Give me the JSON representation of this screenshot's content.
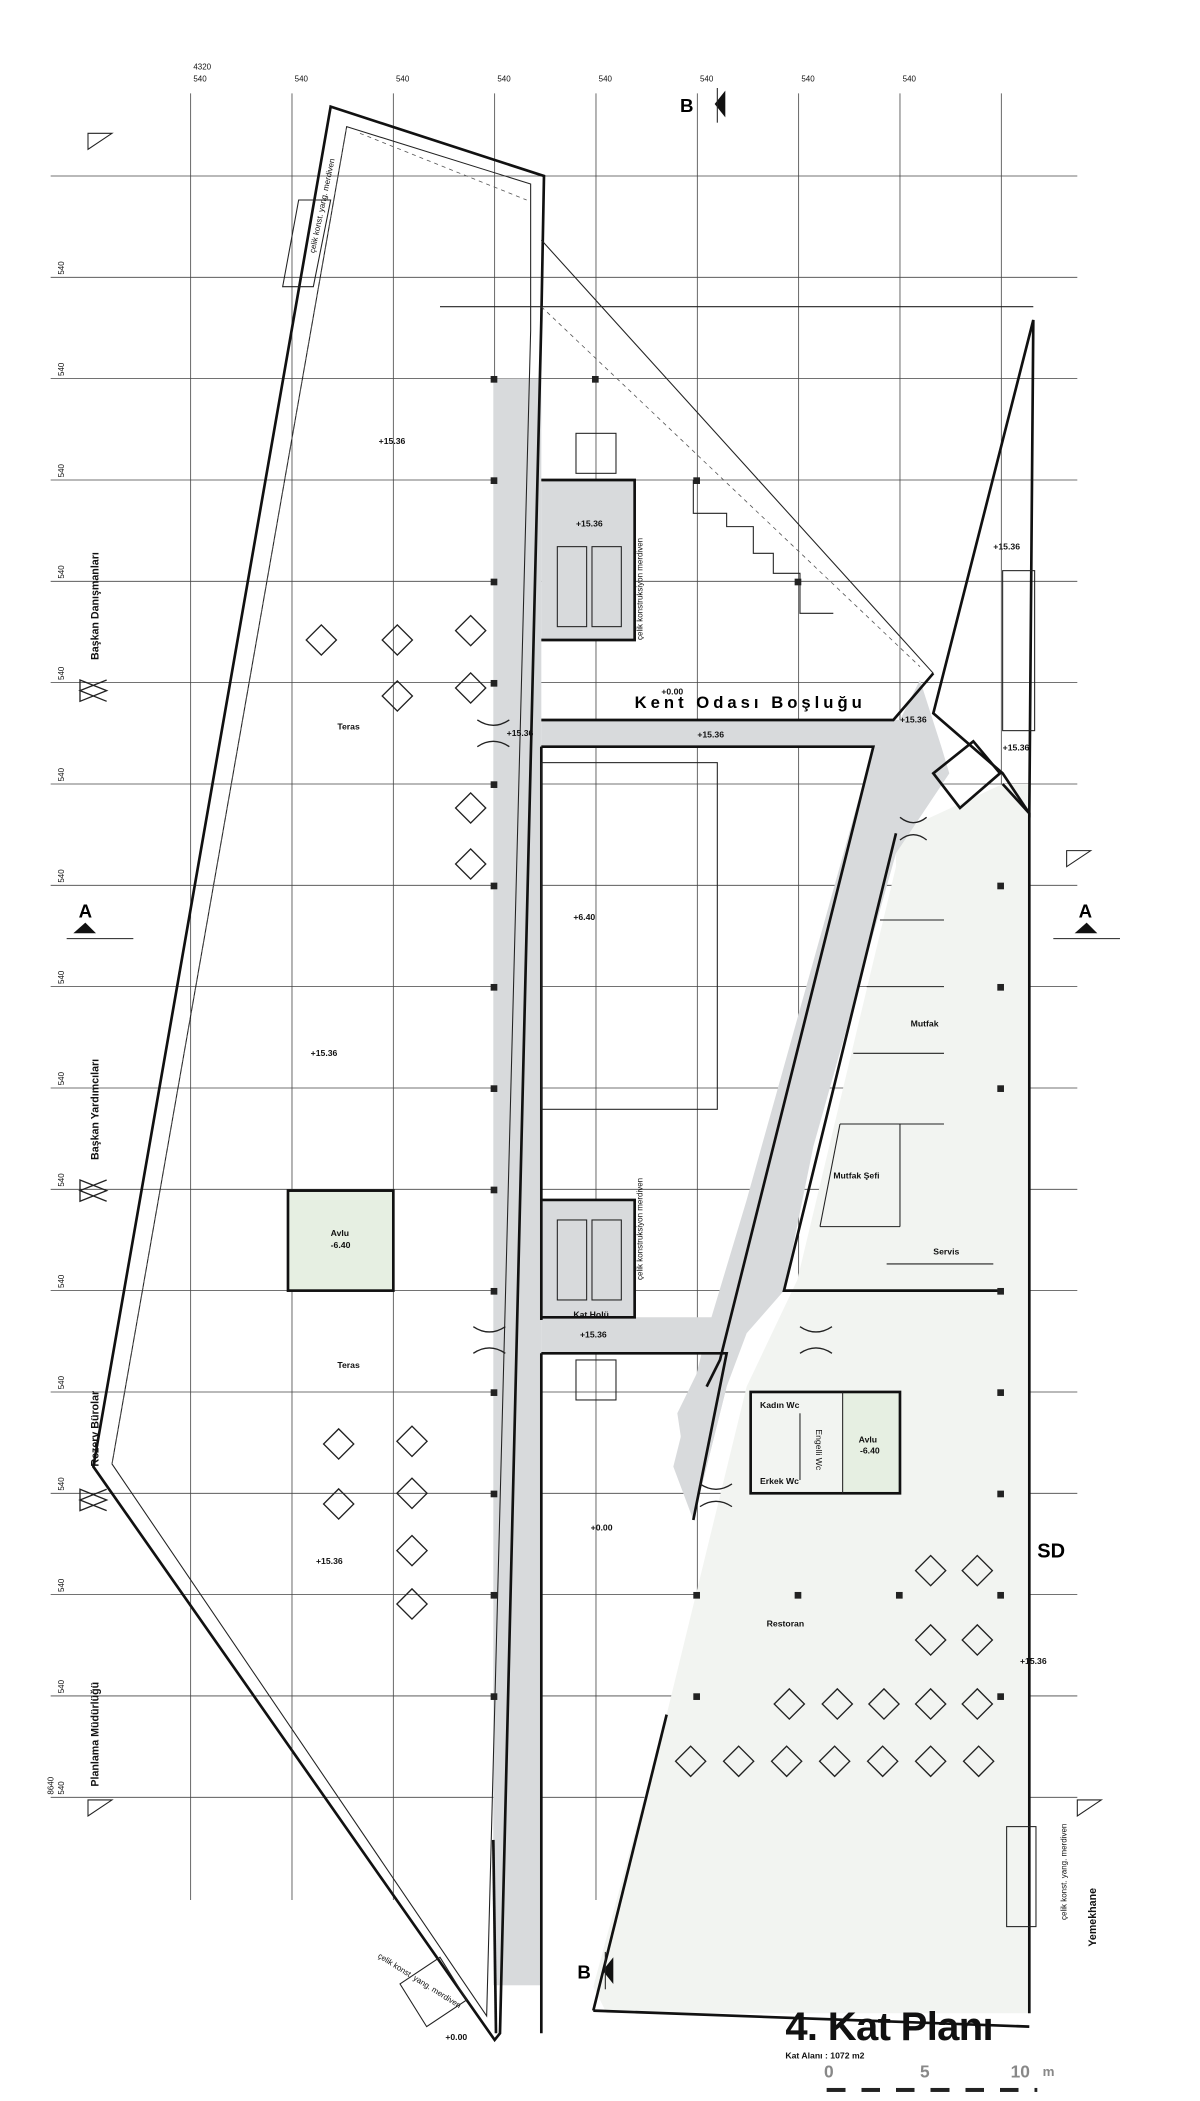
{
  "grid": {
    "top_first": "4320",
    "top_module": "540",
    "left_module": "540",
    "left_end": "8640"
  },
  "section_marks": {
    "a": "A",
    "b": "B"
  },
  "side_labels": {
    "baskan_danismanlari": "Başkan Danışmanları",
    "baskan_yardimcilari": "Başkan Yardımcıları",
    "rezerv_burolar": "Rezerv Bürolar",
    "planlama_mudurlugu": "Planlama Müdürlüğü",
    "yemekhane": "Yemekhane",
    "sd": "SD"
  },
  "rooms": {
    "teras": "Teras",
    "kent_odasi_boslugu": "Kent Odası Boşluğu",
    "mutfak": "Mutfak",
    "mutfak_sefi": "Mutfak Şefi",
    "servis": "Servis",
    "kat_holu": "Kat Holü",
    "kadin_wc": "Kadın Wc",
    "erkek_wc": "Erkek Wc",
    "avlu": "Avlu",
    "restoran": "Restoran",
    "engelli_wc": "Engelli Wc"
  },
  "levels": {
    "plus_1536": "+15.36",
    "plus_000": "+0.00",
    "plus_640": "+6.40",
    "minus_640": "-6.40"
  },
  "stairs": {
    "celik_konst_yang": "çelik konst. yang. merdiven",
    "celik_konstruksiyon": "çelik konstruksiyon merdiven"
  },
  "title": {
    "main": "4. Kat Planı",
    "area": "Kat Alanı : 1072 m2"
  },
  "scale": {
    "s0": "0",
    "s5": "5",
    "s10": "10",
    "unit": "m"
  }
}
